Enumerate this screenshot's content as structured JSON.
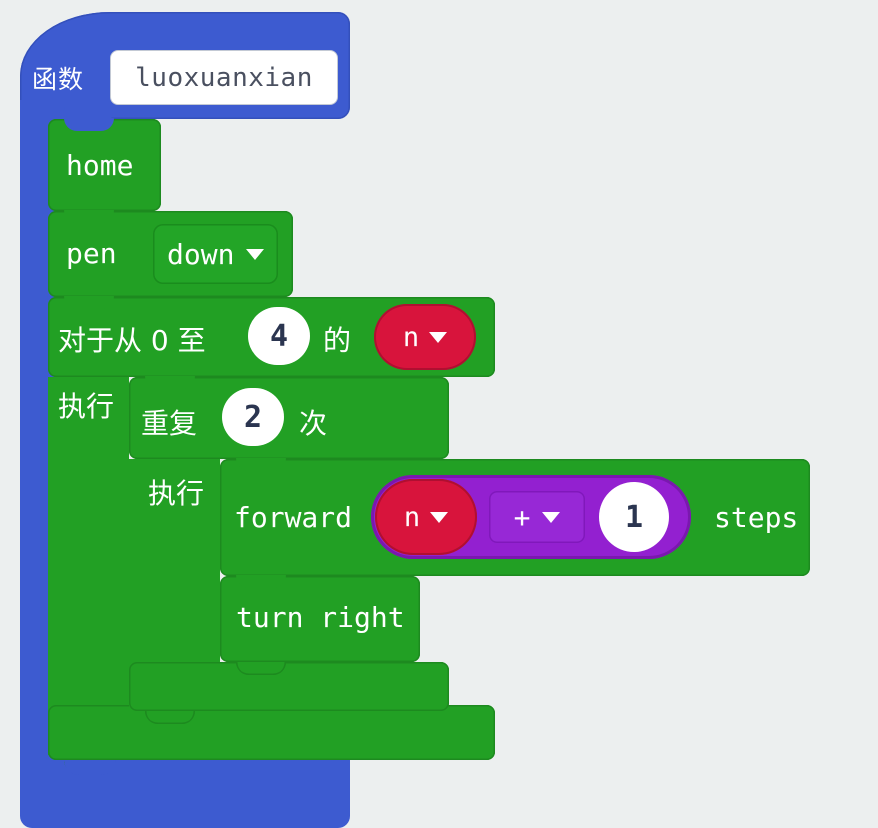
{
  "workspace": {
    "background_color": "#ecefef",
    "grid": "cross-grid"
  },
  "palette": {
    "function_blue": "#3d5bd0",
    "motion_green": "#22a024",
    "variable_red": "#d8143c",
    "math_purple": "#9320d0",
    "field_white": "#ffffff",
    "field_text": "#2b3550"
  },
  "function_block": {
    "keyword": "函数",
    "name_value": "luoxuanxian",
    "name_placeholder": "luoxuanxian"
  },
  "blocks": [
    {
      "id": "home",
      "label": "home"
    },
    {
      "id": "pen",
      "label": "pen",
      "dropdown_value": "down"
    },
    {
      "id": "for-range",
      "prefix": "对于从 0 至",
      "to_value": "4",
      "mid": "的",
      "variable": "n",
      "do_label": "执行"
    },
    {
      "id": "repeat",
      "prefix": "重复",
      "times_value": "2",
      "suffix": "次",
      "do_label": "执行"
    },
    {
      "id": "forward",
      "label": "forward",
      "suffix": "steps",
      "expression": {
        "left_variable": "n",
        "operator": "+",
        "right_value": "1"
      }
    },
    {
      "id": "turn-right",
      "label": "turn right"
    }
  ],
  "icons": {
    "caret": "dropdown-caret-icon"
  }
}
